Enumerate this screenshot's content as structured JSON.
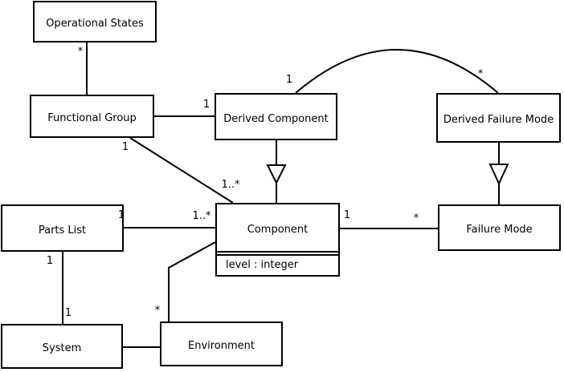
{
  "diagram": {
    "type": "uml-class-diagram",
    "background_color": "#ffffff",
    "line_color": "#000000",
    "text_color": "#000000"
  },
  "classes": [
    {
      "name": "Operational States"
    },
    {
      "name": "Functional Group"
    },
    {
      "name": "Derived Component"
    },
    {
      "name": "Derived Failure Mode"
    },
    {
      "name": "Parts List"
    },
    {
      "name": "Component",
      "attributes": [
        "level : integer"
      ]
    },
    {
      "name": "Failure Mode"
    },
    {
      "name": "System"
    },
    {
      "name": "Environment"
    }
  ],
  "multiplicities": [
    {
      "id": "operational-states-end",
      "text": "*"
    },
    {
      "id": "functional-group-derived-component-end",
      "text": "1"
    },
    {
      "id": "functional-group-diagonal-source-end",
      "text": "1"
    },
    {
      "id": "functional-group-diagonal-component-end",
      "text": "1..*"
    },
    {
      "id": "arc-derived-component-end",
      "text": "1"
    },
    {
      "id": "arc-derived-failure-mode-end",
      "text": "*"
    },
    {
      "id": "parts-list-component-source-end",
      "text": "1"
    },
    {
      "id": "parts-list-component-target-end",
      "text": "1..*"
    },
    {
      "id": "parts-list-system-source-end",
      "text": "1"
    },
    {
      "id": "parts-list-system-target-end",
      "text": "1"
    },
    {
      "id": "environment-component-end",
      "text": "*"
    },
    {
      "id": "component-failure-mode-source-end",
      "text": "1"
    },
    {
      "id": "component-failure-mode-target-end",
      "text": "*"
    }
  ]
}
